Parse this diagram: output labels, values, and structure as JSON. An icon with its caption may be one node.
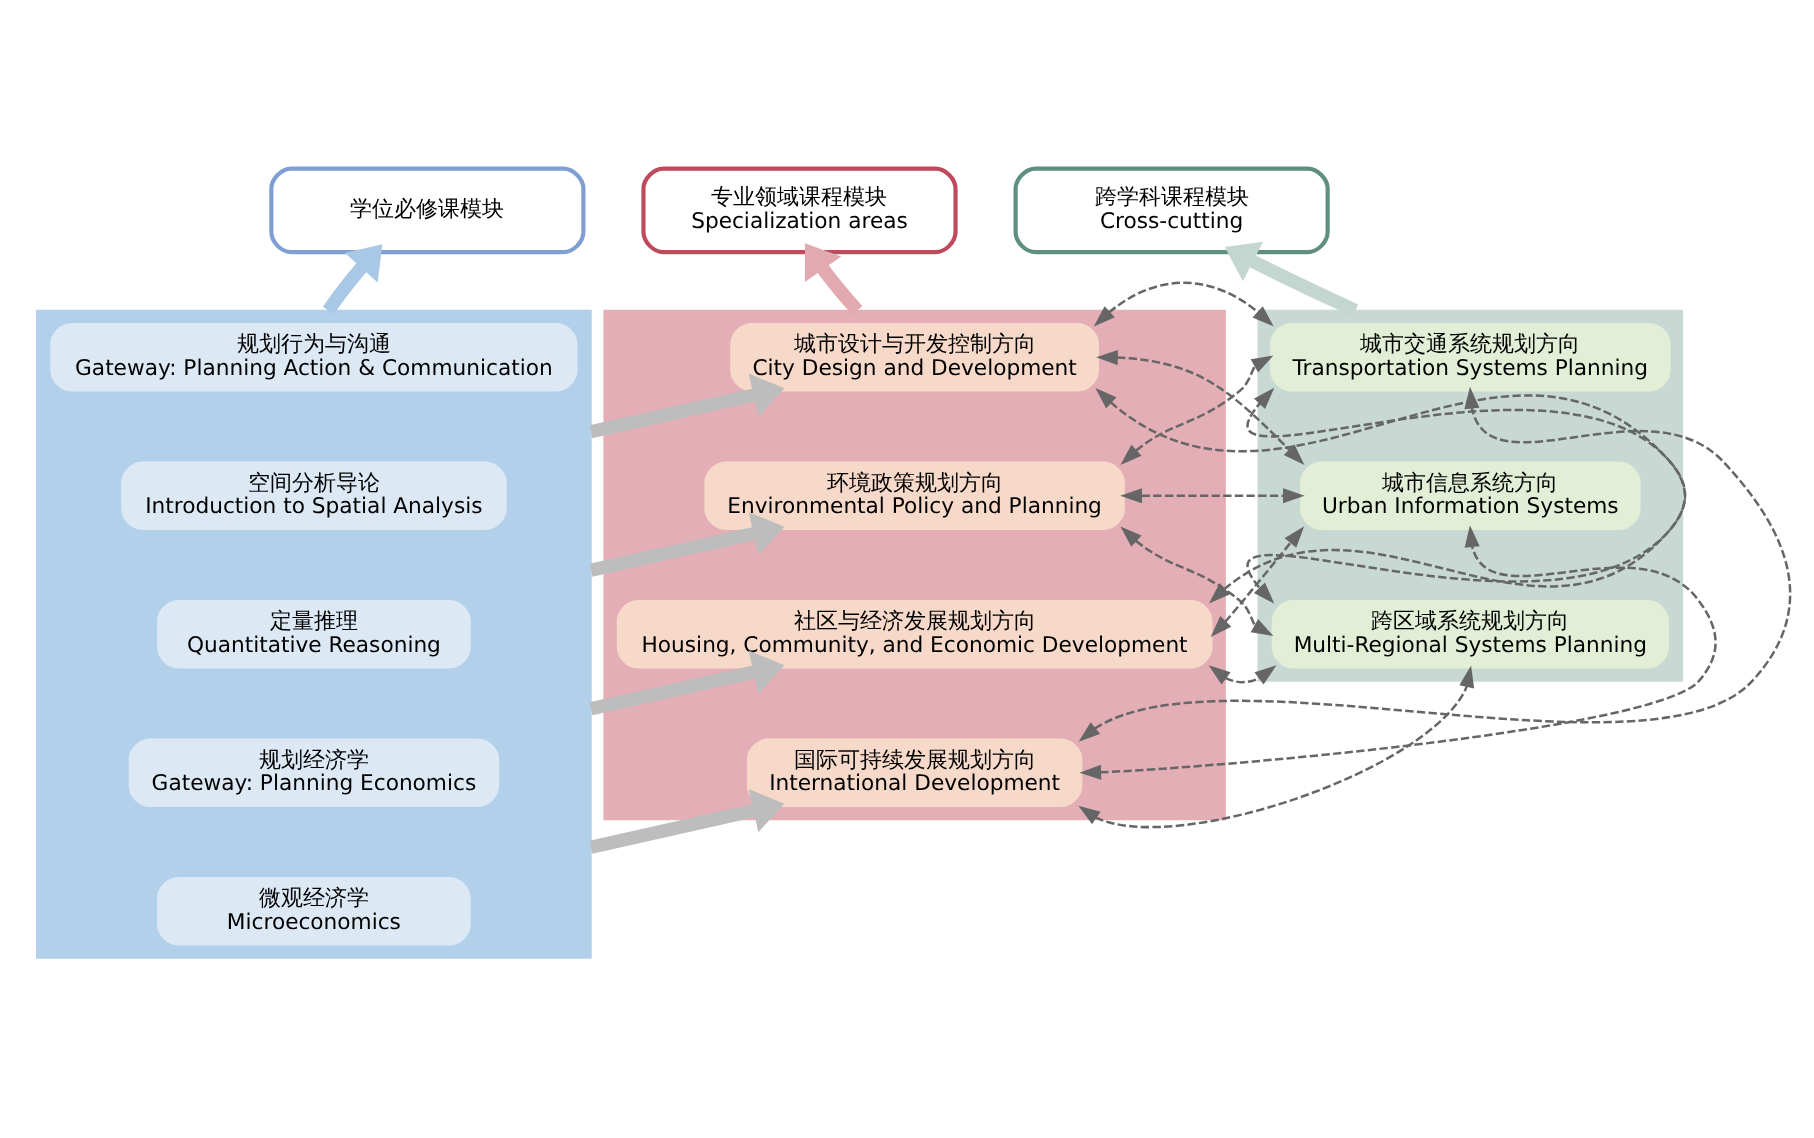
{
  "diagram": {
    "nodes": [
      {
        "text": [
          "学位必修课模块"
        ]
      },
      {
        "text": [
          "专业领域课程模块",
          "Specialization areas"
        ]
      },
      {
        "text": [
          "跨学科课程模块",
          "Cross-cutting"
        ]
      },
      {
        "text": [],
        "shape": "box"
      },
      {
        "text": [
          "规划行为与沟通",
          "Gateway: Planning Action & Communication"
        ],
        "in": 3
      },
      {
        "text": [
          "空间分析导论",
          "Introduction to Spatial Analysis"
        ],
        "in": 3
      },
      {
        "text": [
          "定量推理",
          "Quantitative Reasoning"
        ],
        "in": 3
      },
      {
        "text": [
          "规划经济学",
          "Gateway: Planning Economics"
        ],
        "in": 3
      },
      {
        "text": [
          "微观经济学",
          "Microeconomics"
        ],
        "in": 3
      },
      {
        "text": [],
        "shape": "box"
      },
      {
        "text": [
          "城市设计与开发控制方向",
          "City Design and Development"
        ],
        "in": 9
      },
      {
        "text": [
          "环境政策规划方向",
          "Environmental Policy and Planning"
        ],
        "in": 9
      },
      {
        "text": [
          "社区与经济发展规划方向",
          "Housing, Community, and Economic Development"
        ],
        "in": 9
      },
      {
        "text": [
          "国际可持续发展规划方向",
          "International Development"
        ],
        "in": 9
      },
      {
        "text": [],
        "shape": "box"
      },
      {
        "text": [
          "城市交通系统规划方向",
          "Transportation Systems Planning"
        ],
        "in": 14
      },
      {
        "text": [
          "城市信息系统方向",
          "Urban Information Systems"
        ],
        "in": 14
      },
      {
        "text": [
          "跨区域系统规划方向",
          "Multi-Regional Systems Planning"
        ],
        "in": 14
      }
    ],
    "edges": [
      {
        "from": 3,
        "to": 0,
        "arrow": "to",
        "style": "thick",
        "color": "#a9c8e6"
      },
      {
        "from": 9,
        "to": 1,
        "arrow": "to",
        "style": "thick",
        "color": "#e2a9b1"
      },
      {
        "from": 14,
        "to": 2,
        "arrow": "to",
        "style": "thick",
        "color": "#c4d6d0"
      },
      {
        "from": 3,
        "to": 10,
        "arrow": "to",
        "style": "thick",
        "color": "#bdbdbd"
      },
      {
        "from": 3,
        "to": 11,
        "arrow": "to",
        "style": "thick",
        "color": "#bdbdbd"
      },
      {
        "from": 3,
        "to": 12,
        "arrow": "to",
        "style": "thick",
        "color": "#bdbdbd"
      },
      {
        "from": 3,
        "to": 13,
        "arrow": "to",
        "style": "thick",
        "color": "#bdbdbd"
      },
      {
        "from": 10,
        "to": 15,
        "arrow": "both",
        "style": "dashed"
      },
      {
        "from": 10,
        "to": 16,
        "arrow": "both",
        "style": "dashed"
      },
      {
        "from": 10,
        "to": 17,
        "arrow": "both",
        "style": "dashed"
      },
      {
        "from": 11,
        "to": 15,
        "arrow": "both",
        "style": "dashed"
      },
      {
        "from": 11,
        "to": 16,
        "arrow": "both",
        "style": "dashed"
      },
      {
        "from": 11,
        "to": 17,
        "arrow": "both",
        "style": "dashed"
      },
      {
        "from": 12,
        "to": 15,
        "arrow": "both",
        "style": "dashed"
      },
      {
        "from": 12,
        "to": 16,
        "arrow": "both",
        "style": "dashed"
      },
      {
        "from": 12,
        "to": 17,
        "arrow": "both",
        "style": "dashed"
      },
      {
        "from": 13,
        "to": 15,
        "arrow": "both",
        "style": "dashed"
      },
      {
        "from": 13,
        "to": 16,
        "arrow": "both",
        "style": "dashed"
      },
      {
        "from": 13,
        "to": 17,
        "arrow": "both",
        "style": "dashed"
      }
    ]
  }
}
